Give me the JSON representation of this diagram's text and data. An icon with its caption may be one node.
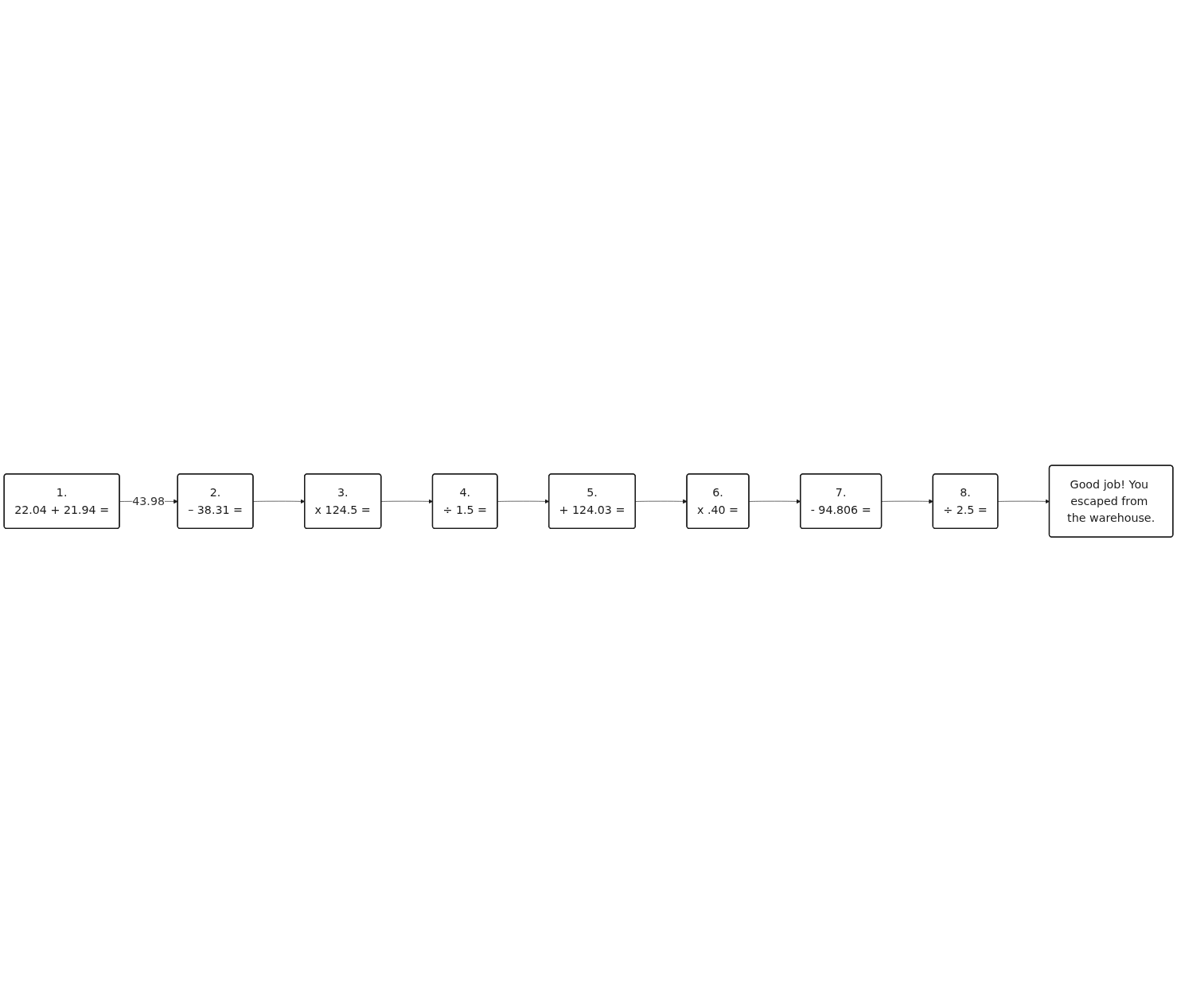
{
  "diagram": {
    "nodes": [
      {
        "text": [
          "1.",
          "22.04 + 21.94 ="
        ]
      },
      {
        "text": [
          "2.",
          "– 38.31 ="
        ]
      },
      {
        "text": [
          "3.",
          "x 124.5 ="
        ]
      },
      {
        "text": [
          "4.",
          "÷ 1.5 ="
        ]
      },
      {
        "text": [
          "5.",
          "+ 124.03 ="
        ]
      },
      {
        "text": [
          "6.",
          "x .40 ="
        ]
      },
      {
        "text": [
          "7.",
          "- 94.806 ="
        ]
      },
      {
        "text": [
          "8.",
          "÷ 2.5 ="
        ]
      },
      {
        "text": [
          "Good job! You escaped from the warehouse."
        ]
      }
    ],
    "edges": [
      {
        "from": 0,
        "to": 1,
        "arrow": "to",
        "label": "43.98"
      },
      {
        "from": 1,
        "to": 2,
        "arrow": "to"
      },
      {
        "from": 2,
        "to": 3,
        "arrow": "to"
      },
      {
        "from": 3,
        "to": 4,
        "arrow": "to"
      },
      {
        "from": 4,
        "to": 5,
        "arrow": "to"
      },
      {
        "from": 5,
        "to": 6,
        "arrow": "to"
      },
      {
        "from": 6,
        "to": 7,
        "arrow": "to"
      },
      {
        "from": 7,
        "to": 8,
        "arrow": "to"
      }
    ]
  }
}
